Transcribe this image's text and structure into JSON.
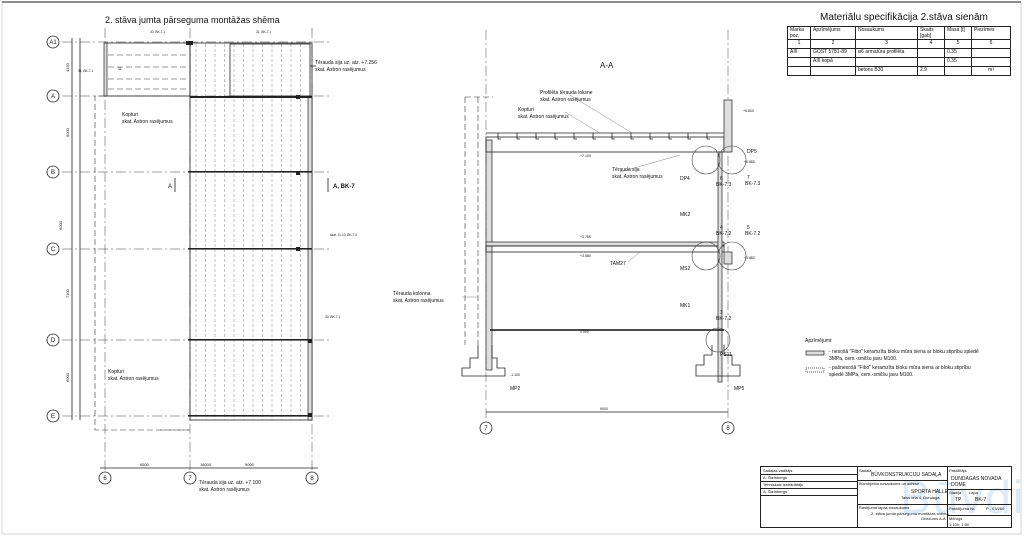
{
  "plan": {
    "title": "2. stāva jumta pārseguma montāžas shēma",
    "axes_rows": [
      "A1",
      "A",
      "B",
      "C",
      "D",
      "E"
    ],
    "axes_cols": [
      "6",
      "7",
      "8"
    ],
    "dims_left": [
      "4150",
      "5000",
      "6000",
      "7100",
      "6000"
    ],
    "dims_bottom": [
      "6500",
      "18000",
      "9000"
    ],
    "labels": {
      "beam_top": "Tērauda sija uz. atz. +7.256",
      "beam_top_ref": "skat. Astron rasējumus",
      "kopturi1": "Kopturi",
      "kopturi1_ref": "skat. Astron rasējumus",
      "kopturi2": "Kopturi",
      "kopturi2_ref": "skat. Astron rasējumus",
      "beam_bottom": "Tērauda sija uz. atz. +7.100",
      "beam_bottom_ref": "skat. Astron rasējumus",
      "cut_a": "A",
      "cut_a_bk": "A, BK-7",
      "ref1": "30, BK-7.1",
      "ref2": "31, BK-7.1",
      "ref3": "31, BK-7.1",
      "ref4": "31",
      "ref5": "30, BK-7.1",
      "ref6": "skat. 11-13, BK-7.4"
    }
  },
  "section": {
    "title": "A-A",
    "axes": [
      "7",
      "8"
    ],
    "labels": {
      "deck": "Profilēta tērauda loksne",
      "deck_ref": "skat. Astron rasējumus",
      "kopturi": "Kopturi",
      "kopturi_ref": "skat. Astron rasējumus",
      "beam": "Tērauda sija",
      "beam_ref": "skat. Astron rasējumus",
      "column": "Tērauda kolonna",
      "column_ref": "skat. Astron rasējumus",
      "dp4": "DP4",
      "dp5": "DP5",
      "mk2": "MK2",
      "ms2": "MS2",
      "mk1": "MK1",
      "tam27": "TAM27",
      "ps11": "PS11",
      "mp2": "MP2",
      "mp5": "MP5",
      "n6": "6",
      "bk73a": "BK-7.3",
      "n7": "7",
      "bk73b": "BK-7.3",
      "n4": "4",
      "bk72a": "BK-7.2",
      "n5": "5",
      "bk72b": "BK-7.2",
      "n3": "3",
      "bk72c": "BK-7.2",
      "lvl1": "+8.800",
      "lvl2": "+7.100",
      "lvl3": "+6.885",
      "lvl4": "+3.785",
      "lvl5": "+3.580",
      "lvl6": "+3.880",
      "lvl7": "0.000",
      "lvl8": "-1.100",
      "span": "9000"
    }
  },
  "spec": {
    "title": "Materiālu specifikācija 2.stāva sienām",
    "headers": [
      "Marka poz.",
      "Apzīmējums",
      "Nosaukums",
      "Skaits [gab]",
      "Masa [t]",
      "Piezīmes"
    ],
    "numbers": [
      "1",
      "2",
      "3",
      "4",
      "5",
      "6"
    ],
    "rows": [
      [
        "AIII",
        "GOST 5781-89",
        "ø6 armatūra profilēta",
        "",
        "0.35",
        ""
      ],
      [
        "",
        "AIII kopā",
        "",
        "",
        "0.35",
        ""
      ],
      [
        "",
        "",
        "betons B30",
        "2.9",
        "",
        "m³"
      ]
    ]
  },
  "legend": {
    "title": "Apzīmējumi:",
    "item1": "- nesošā \"Fibo\" keramzīta bloku mūra siena ar bloku stiprību spiedē 3MPa, cem.-smilšu javu M100.",
    "item2": "- pašnesošā \"Fibo\" keramzīta bloku mūra siena ar bloku stiprību spiedē 3MPa, cem.-smilšu javu M100."
  },
  "title_block": {
    "dept_head_label": "Sadaļas vadītājs",
    "dept_head": "A. Šteinbergs",
    "tech_lead_label": "Tehniskais izstrādātājs",
    "tech_lead": "A. Šteinbergs",
    "section_label": "Sadaļa",
    "section": "BŪVKONSTRUKCIJU SADAĻA",
    "client_label": "Pasūtītājs",
    "client": "DUNDAGAS NOVADA DOME",
    "object_label": "Būvobjekta nosaukums un adrese",
    "object": "SPORTA HALLE",
    "address": "Talsu iela 4, Dundaga",
    "stage_label": "Stadija",
    "stage": "TP",
    "sheet_label": "Lapa",
    "sheet": "BK-7",
    "contract_label": "Pasūtījuma Nr.",
    "contract": "P - 03/260",
    "drawing_label": "Rasējuma lapas nosaukums",
    "drawing": "2. stāva jumta pārseguma montāžas shēma",
    "drawing2": "Griezums A-A",
    "scale_label": "Mērogs",
    "scale": "1:100; 1:50",
    "watermark": "Būvdizains"
  }
}
